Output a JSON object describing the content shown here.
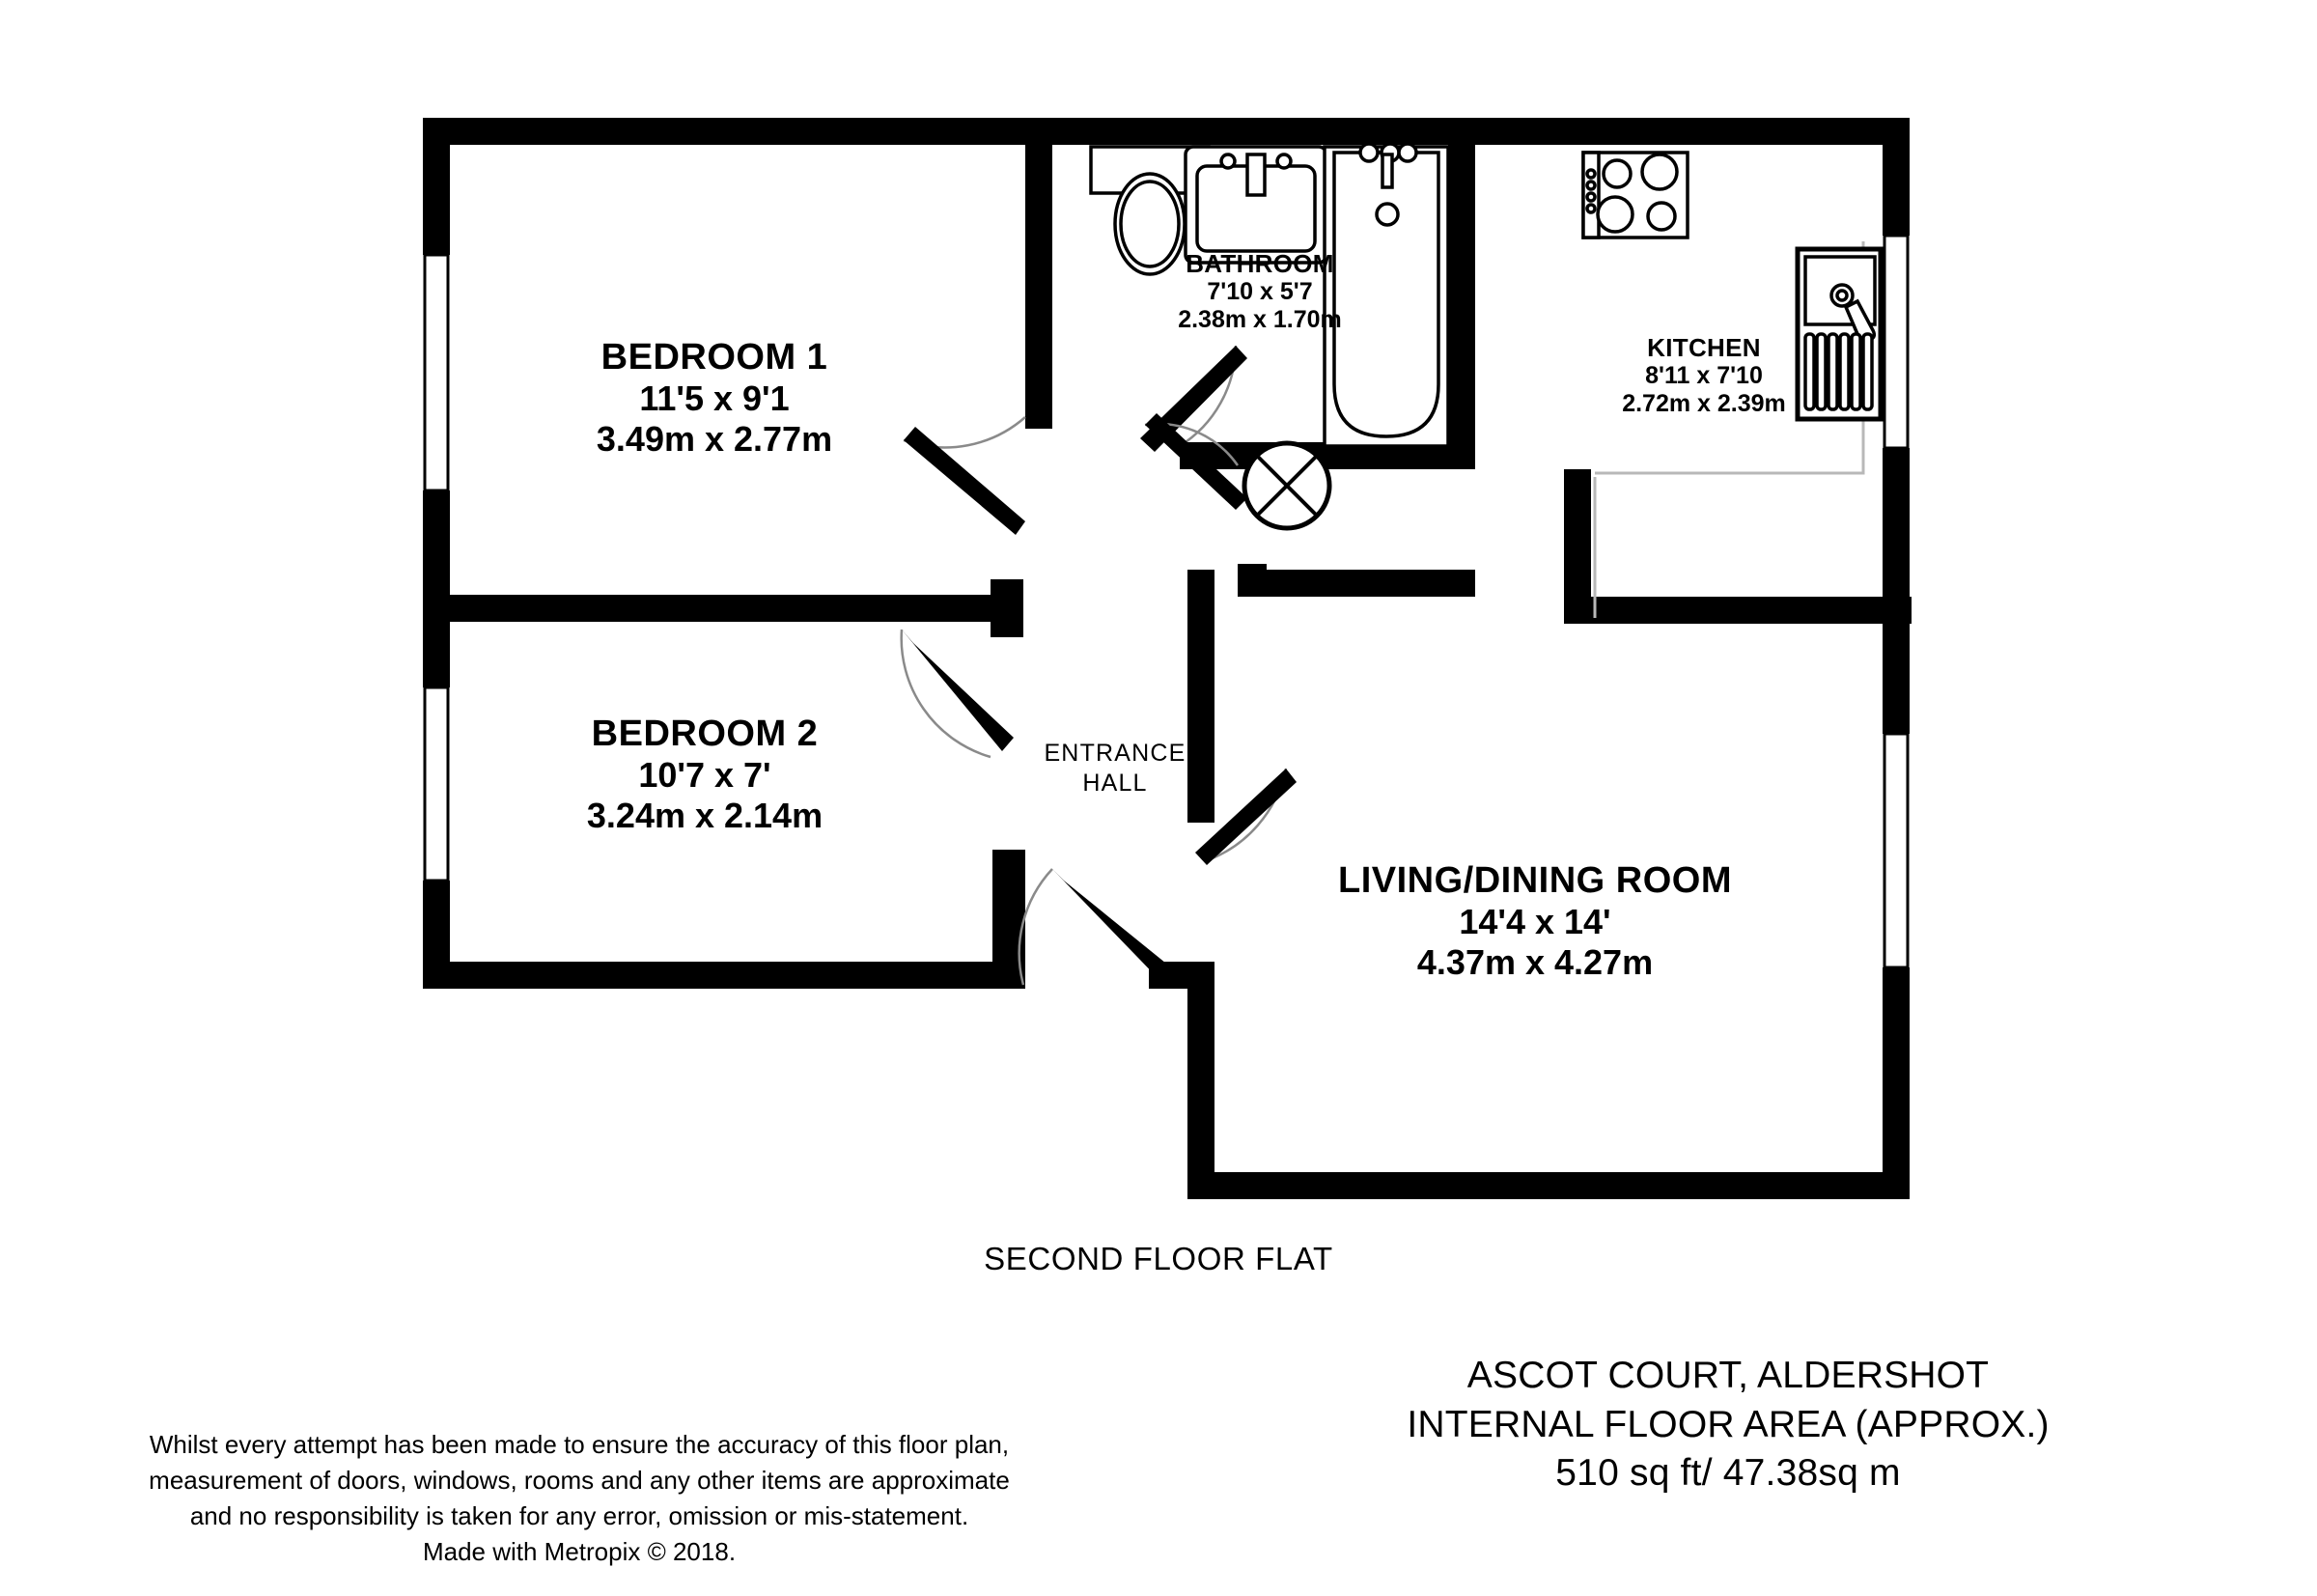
{
  "document": {
    "type": "floor-plan",
    "floor_caption": "SECOND FLOOR FLAT"
  },
  "title_block": {
    "line1": "ASCOT COURT, ALDERSHOT",
    "line2": "INTERNAL FLOOR AREA (APPROX.)",
    "line3": "510 sq ft/ 47.38sq m"
  },
  "disclaimer": {
    "line1": "Whilst every attempt has been made to ensure the accuracy of this floor plan,",
    "line2": "measurement of doors, windows, rooms and any other items are approximate",
    "line3": "and no responsibility is taken for any error, omission or mis-statement.",
    "line4": "Made with Metropix © 2018."
  },
  "rooms": [
    {
      "id": "bedroom-1",
      "name": "BEDROOM 1",
      "dim_imperial": "11'5 x 9'1",
      "dim_metric": "3.49m x 2.77m"
    },
    {
      "id": "bedroom-2",
      "name": "BEDROOM 2",
      "dim_imperial": "10'7 x 7'",
      "dim_metric": "3.24m x 2.14m"
    },
    {
      "id": "bathroom",
      "name": "BATHROOM",
      "dim_imperial": "7'10 x 5'7",
      "dim_metric": "2.38m x 1.70m"
    },
    {
      "id": "kitchen",
      "name": "KITCHEN",
      "dim_imperial": "8'11 x 7'10",
      "dim_metric": "2.72m x 2.39m"
    },
    {
      "id": "living-dining-room",
      "name": "LIVING/DINING ROOM",
      "dim_imperial": "14'4 x 14'",
      "dim_metric": "4.37m x 4.27m"
    },
    {
      "id": "entrance-hall",
      "name_line1": "ENTRANCE",
      "name_line2": "HALL"
    }
  ],
  "fixtures": [
    {
      "id": "toilet",
      "icon": "toilet-icon",
      "room": "bathroom"
    },
    {
      "id": "wash-basin",
      "icon": "sink-icon",
      "room": "bathroom"
    },
    {
      "id": "bath-tub",
      "icon": "bathtub-icon",
      "room": "bathroom"
    },
    {
      "id": "hob",
      "icon": "cooker-hob-icon",
      "room": "kitchen"
    },
    {
      "id": "kitchen-sink",
      "icon": "kitchen-sink-icon",
      "room": "kitchen"
    },
    {
      "id": "cylinder-cupboard",
      "icon": "cylinder-cross-icon",
      "room": "entrance-hall"
    }
  ],
  "colors": {
    "wall": "#000000",
    "background": "#ffffff",
    "door_swing": "#8a8a8a",
    "worktop": "#b8b8b8"
  }
}
